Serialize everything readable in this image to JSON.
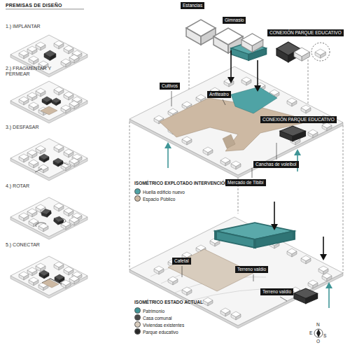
{
  "diagram": {
    "title": "PREMISAS DE DISEÑO",
    "nodes": [
      {
        "text": [
          "Estancias"
        ]
      },
      {
        "text": [
          "Gimnasio"
        ]
      },
      {
        "text": [
          "CONEXIÓN PARQUE EDUCATIVO"
        ]
      },
      {
        "text": [
          "Cultivos"
        ]
      },
      {
        "text": [
          "Anfiteatro"
        ]
      },
      {
        "text": [
          "CONEXIÓN PARQUE EDUCATIVO"
        ]
      },
      {
        "text": [
          "Canchas de voleibol"
        ]
      },
      {
        "text": [
          "Mercado de Tibibí"
        ]
      },
      {
        "text": [
          "Cafetal"
        ]
      },
      {
        "text": [
          "Terreno valdío"
        ]
      },
      {
        "text": [
          "Terreno valdío"
        ]
      }
    ],
    "labels": [
      "1.) IMPLANTAR",
      "2.) FRAGMENTAR Y PERMEAR",
      "3.) DESFASAR",
      "4.) ROTAR",
      "5.) CONECTAR",
      "ISOMÉTRICO EXPLOTADO INTERVENCIÓN",
      "ISOMÉTRICO ESTADO ACTUAL",
      "N",
      "S",
      "E",
      "O"
    ],
    "legend": [
      {
        "text": "Huella edificio nuevo",
        "color": "#4fa3a5"
      },
      {
        "text": "Espacio Público",
        "color": "#cdb9a3"
      },
      {
        "text": "Patrimonio",
        "color": "#3f9596"
      },
      {
        "text": "Casa comunal",
        "color": "#4a4a4a"
      },
      {
        "text": "Viviendas existentes",
        "color": "#d8ccbd"
      },
      {
        "text": "Parque educativo",
        "color": "#2a2a2a"
      }
    ]
  }
}
